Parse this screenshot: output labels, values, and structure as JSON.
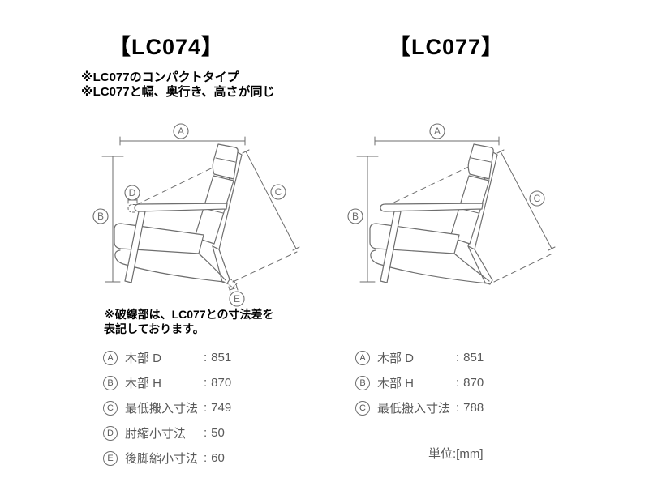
{
  "colors": {
    "text_primary": "#000000",
    "text_secondary": "#595959",
    "line": "#6e6e6e",
    "background": "#ffffff"
  },
  "separator": ":",
  "left": {
    "title": "【LC074】",
    "notes": [
      "※LC077のコンパクトタイプ",
      "※LC077と幅、奥行き、高さが同じ"
    ],
    "diagram_note": [
      "※破線部は、LC077との寸法差を",
      "表記しております。"
    ],
    "specs": [
      {
        "mark": "A",
        "label": "木部 D",
        "value": "851"
      },
      {
        "mark": "B",
        "label": "木部 H",
        "value": "870"
      },
      {
        "mark": "C",
        "label": "最低搬入寸法",
        "value": "749"
      },
      {
        "mark": "D",
        "label": "肘縮小寸法",
        "value": "50"
      },
      {
        "mark": "E",
        "label": "後脚縮小寸法",
        "value": "60"
      }
    ]
  },
  "right": {
    "title": "【LC077】",
    "specs": [
      {
        "mark": "A",
        "label": "木部 D",
        "value": "851"
      },
      {
        "mark": "B",
        "label": "木部 H",
        "value": "870"
      },
      {
        "mark": "C",
        "label": "最低搬入寸法",
        "value": "788"
      }
    ],
    "unit": "単位:[mm]"
  }
}
